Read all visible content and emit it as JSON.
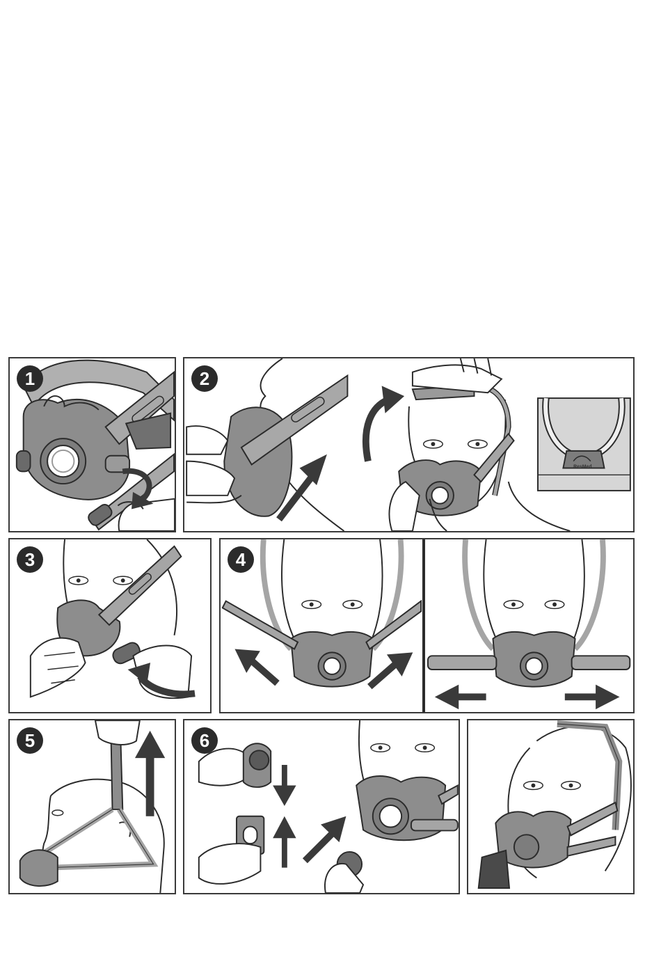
{
  "steps": [
    {
      "number": "1"
    },
    {
      "number": "2"
    },
    {
      "number": "3"
    },
    {
      "number": "4"
    },
    {
      "number": "5"
    },
    {
      "number": "6"
    }
  ],
  "inset": {
    "logo_text": "ResMed"
  },
  "colors": {
    "line": "#2b2b2b",
    "mask_gray": "#8a8a8a",
    "strap_gray": "#a5a5a5",
    "dark_gray": "#5a5a5a",
    "arrow": "#3a3a3a"
  }
}
